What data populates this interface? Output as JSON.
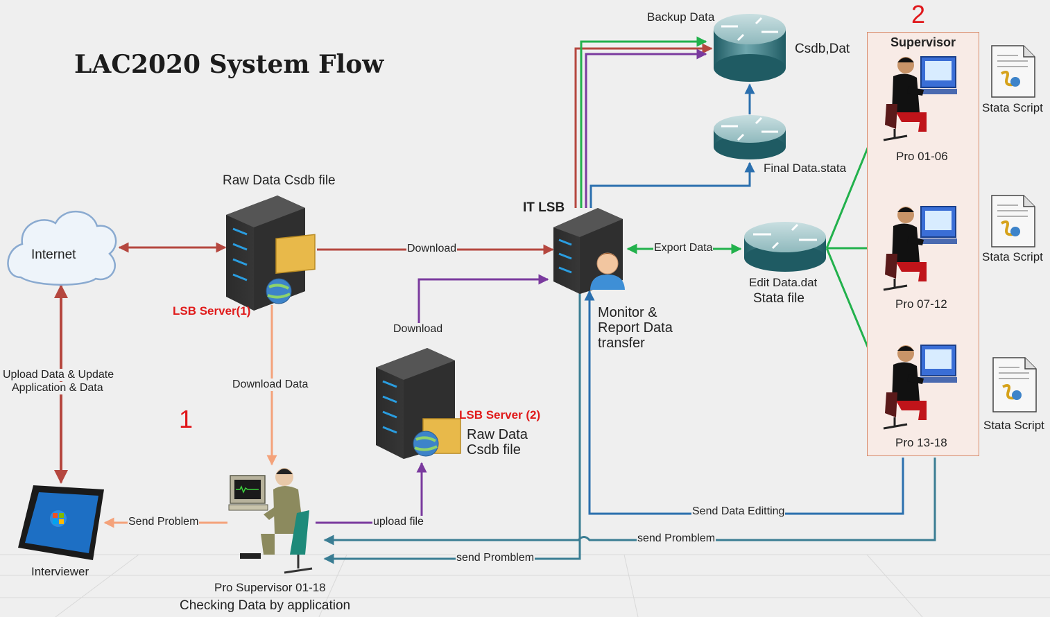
{
  "title": "LAC2020 System Flow",
  "zones": {
    "zone1": "1",
    "zone2": "2"
  },
  "supervisor_panel": {
    "title": "Supervisor"
  },
  "nodes": {
    "internet": "Internet",
    "lsb_server1_top": "Raw Data Csdb file",
    "lsb_server1_name": "LSB Server(1)",
    "lsb_server2_name": "LSB Server (2)",
    "lsb_server2_line1": "Raw Data",
    "lsb_server2_line2": "Csdb file",
    "it_lsb": "IT LSB",
    "monitor_line1": "Monitor &",
    "monitor_line2": "Report Data",
    "monitor_line3": "transfer",
    "csdb_dat": "Csdb,Dat",
    "backup_data": "Backup Data",
    "final_data": "Final Data.stata",
    "edit_line1": "Edit Data.dat",
    "edit_line2": "Stata file",
    "interviewer": "Interviewer",
    "pro_supervisor_line1": "Pro Supervisor 01-18",
    "pro_supervisor_line2": "Checking Data by application",
    "pro_01": "Pro 01-06",
    "pro_07": "Pro 07-12",
    "pro_13": "Pro 13-18",
    "stata_script_1": "Stata Script",
    "stata_script_2": "Stata Script",
    "stata_script_3": "Stata Script"
  },
  "edges": {
    "download_1": "Download",
    "download_2": "Download",
    "upload_update_line1": "Upload Data & Update",
    "upload_update_line2": "Application & Data",
    "download_data": "Download Data",
    "send_problem": "Send Problem",
    "upload_file": "upload file",
    "export_data": "Export Data",
    "send_data_editing": "Send Data Editting",
    "send_problem_2": "send Promblem",
    "send_problem_3": "send Promblem"
  },
  "colors": {
    "red_arrow": "#b5473f",
    "orange_arrow": "#f4a27a",
    "purple_arrow": "#7a3a9e",
    "blue_arrow": "#2a6fae",
    "green_arrow": "#22b14c",
    "teal_arrow": "#3a7d93",
    "label_red": "#e01a1a"
  }
}
